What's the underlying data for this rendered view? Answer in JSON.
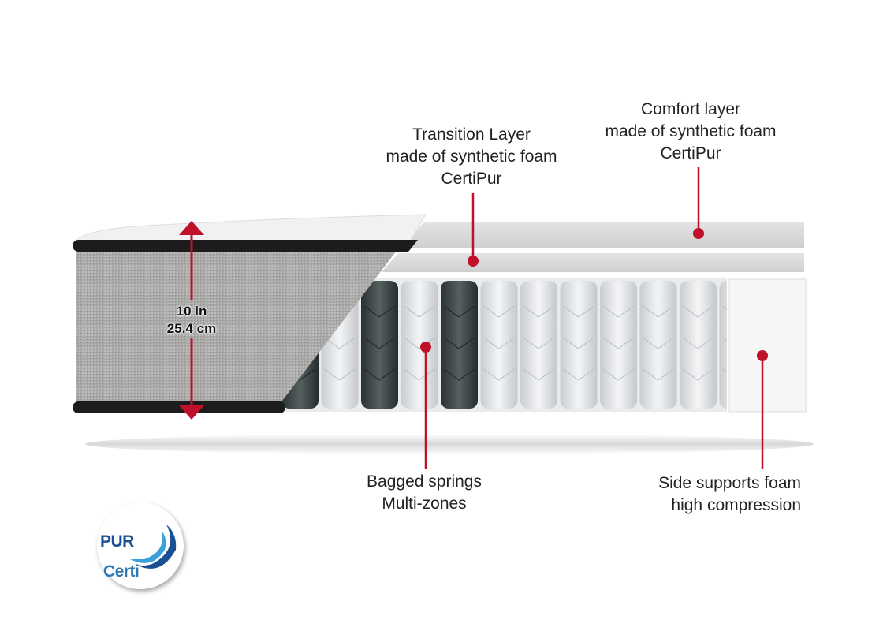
{
  "labels": {
    "comfort": [
      "Comfort layer",
      "made of synthetic foam",
      "CertiPur"
    ],
    "transition": [
      "Transition Layer",
      "made of synthetic foam",
      "CertiPur"
    ],
    "springs": [
      "Bagged springs",
      "Multi-zones"
    ],
    "side": [
      "Side supports foam",
      "high compression"
    ]
  },
  "dimension": {
    "inches": "10 in",
    "cm": "25.4 cm"
  },
  "logo": {
    "text_a": "Certi",
    "text_b": "PUR"
  },
  "colors": {
    "accent": "#c0102a",
    "logo_blue": "#2f77b5"
  }
}
